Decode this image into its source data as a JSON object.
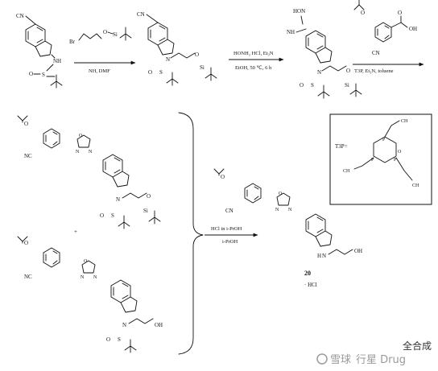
{
  "labels": {
    "cn": "CN",
    "nc": "NC",
    "nh": "NH",
    "n": "N",
    "o": "O",
    "s": "S",
    "si": "Si",
    "br": "Br",
    "oh": "OH",
    "h": "H",
    "hon": "HON",
    "nh2": "NH",
    "p": "P",
    "ch3": "CH",
    "sub3": "3",
    "t3p": "T3P=",
    "hcl": "· HCl"
  },
  "conditions": {
    "step1": "NH, DMF",
    "step2_line1": "HONH₂ HCl, Et₃N",
    "step2_line2": "EtOH, 50 ℃, 6 h",
    "step3": "T3P, Et₃N, toluene",
    "step4_line1": "HCl in i-PrOH",
    "step4_line2": "i-PrOH"
  },
  "compound_number": "20",
  "plus": "+",
  "watermark": {
    "left": "雪球",
    "middle": "行星 Drug",
    "right": "全合成"
  }
}
